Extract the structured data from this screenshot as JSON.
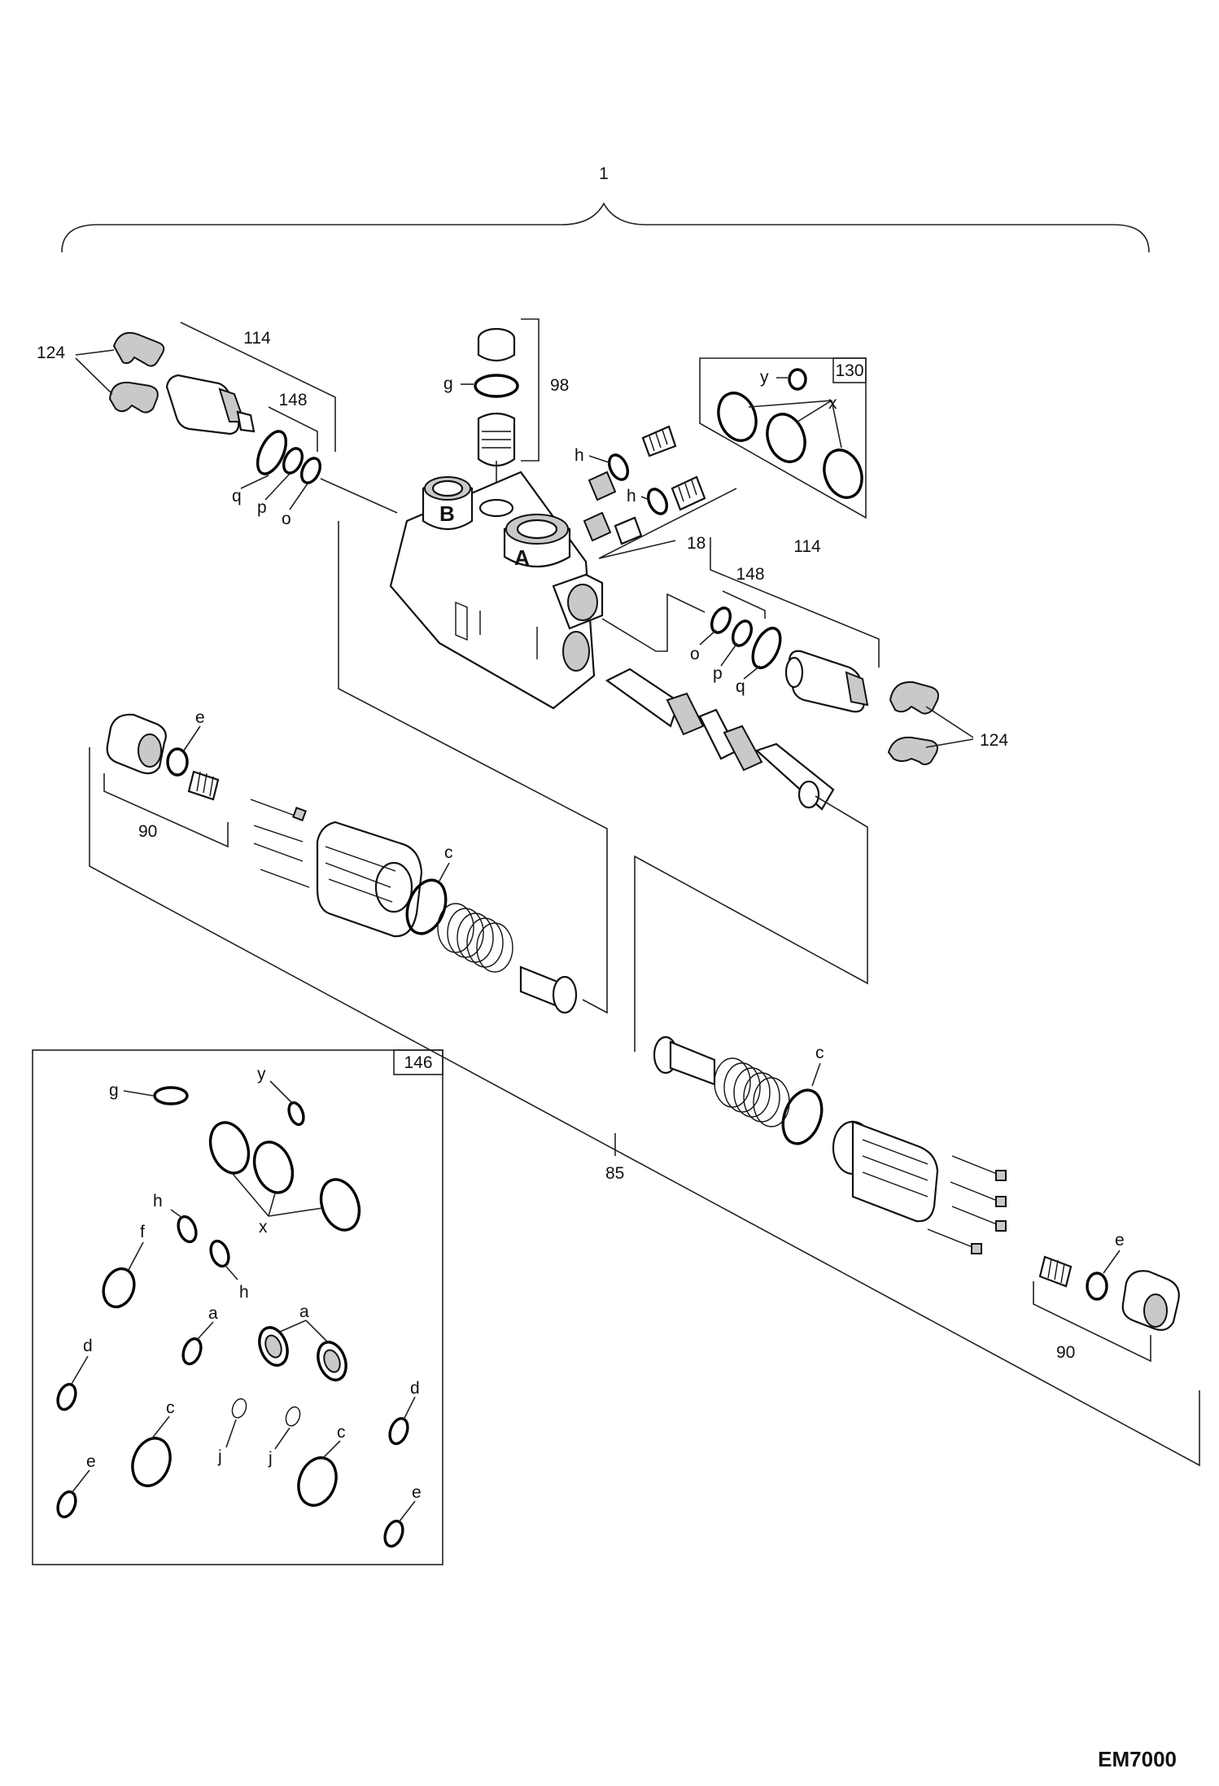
{
  "drawing_code": "EM7000",
  "labels": {
    "assembly": "1",
    "relief_valve_left": "114",
    "relief_valve_right": "114",
    "seal_kit_left": "148",
    "seal_kit_right": "148",
    "clip_left": "124",
    "clip_right": "124",
    "plug": "98",
    "check_valve": "18",
    "o_ring_kit": "130",
    "spool_assembly": "85",
    "cap_left": "90",
    "cap_right": "90",
    "seal_kit_box": "146",
    "port_b": "B",
    "port_a": "A",
    "q1": "q",
    "p1": "p",
    "o1": "o",
    "q2": "q",
    "p2": "p",
    "o2": "o",
    "g1": "g",
    "h1": "h",
    "h2": "h",
    "y1": "y",
    "x1": "x",
    "e1": "e",
    "e2": "e",
    "c1": "c",
    "c2": "c"
  },
  "kit_labels": {
    "g": "g",
    "y": "y",
    "x": "x",
    "h1": "h",
    "h2": "h",
    "f": "f",
    "a1": "a",
    "a2": "a",
    "d1": "d",
    "d2": "d",
    "c1": "c",
    "c2": "c",
    "j1": "j",
    "j2": "j",
    "e1": "e",
    "e2": "e"
  }
}
